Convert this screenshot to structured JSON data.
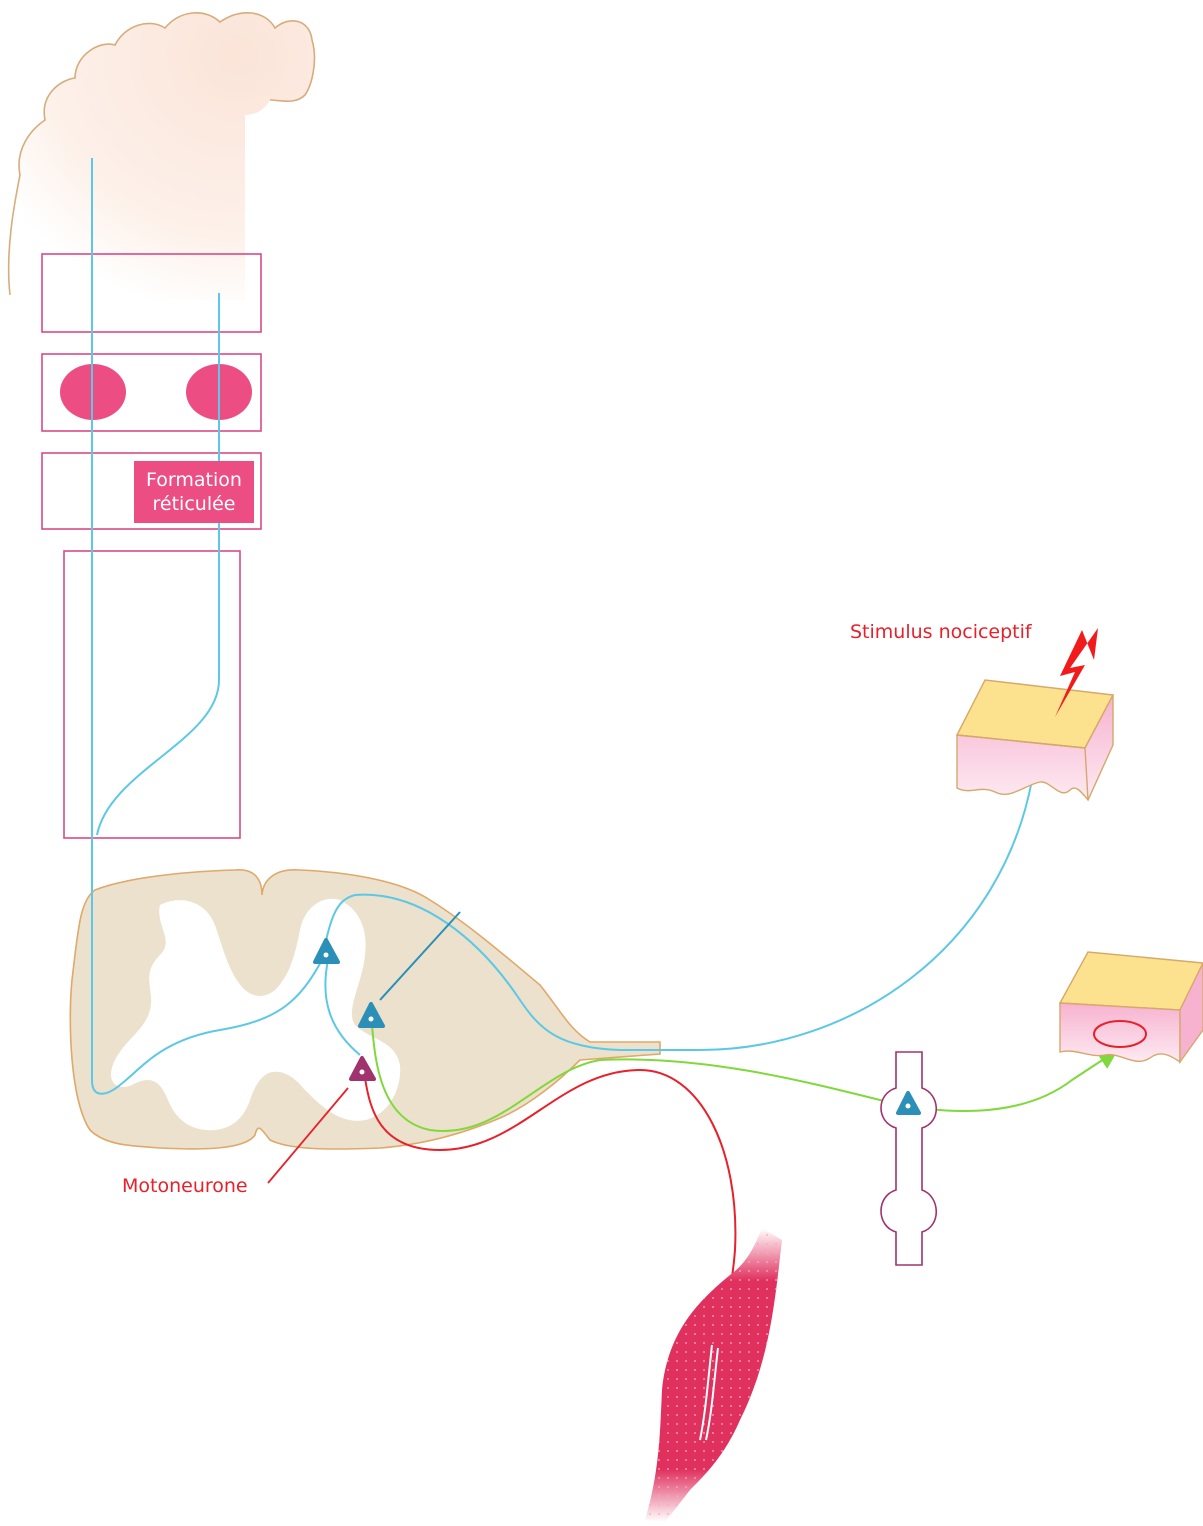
{
  "labels": {
    "reticular_line1": "Formation",
    "reticular_line2": "réticulée",
    "stimulus": "Stimulus nociceptif",
    "motoneuron": "Motoneurone"
  },
  "colors": {
    "frame_pink": "#d94a86",
    "nucleus_pink": "#ec4e84",
    "pathway_cyan": "#5cc8e6",
    "motor_red": "#e8202a",
    "autonomic_green": "#7fd93c",
    "neuron_blue": "#2b8fb8",
    "motoneuron_purple": "#a0336e",
    "gray_matter": "#ffffff",
    "white_matter": "#ece1cc",
    "cortex": "#fbe6dc",
    "skin_top": "#fce28e",
    "skin_side": "#f7b9d4",
    "muscle": "#e0305e"
  },
  "icons": {
    "stimulus": "lightning-bolt-icon"
  }
}
